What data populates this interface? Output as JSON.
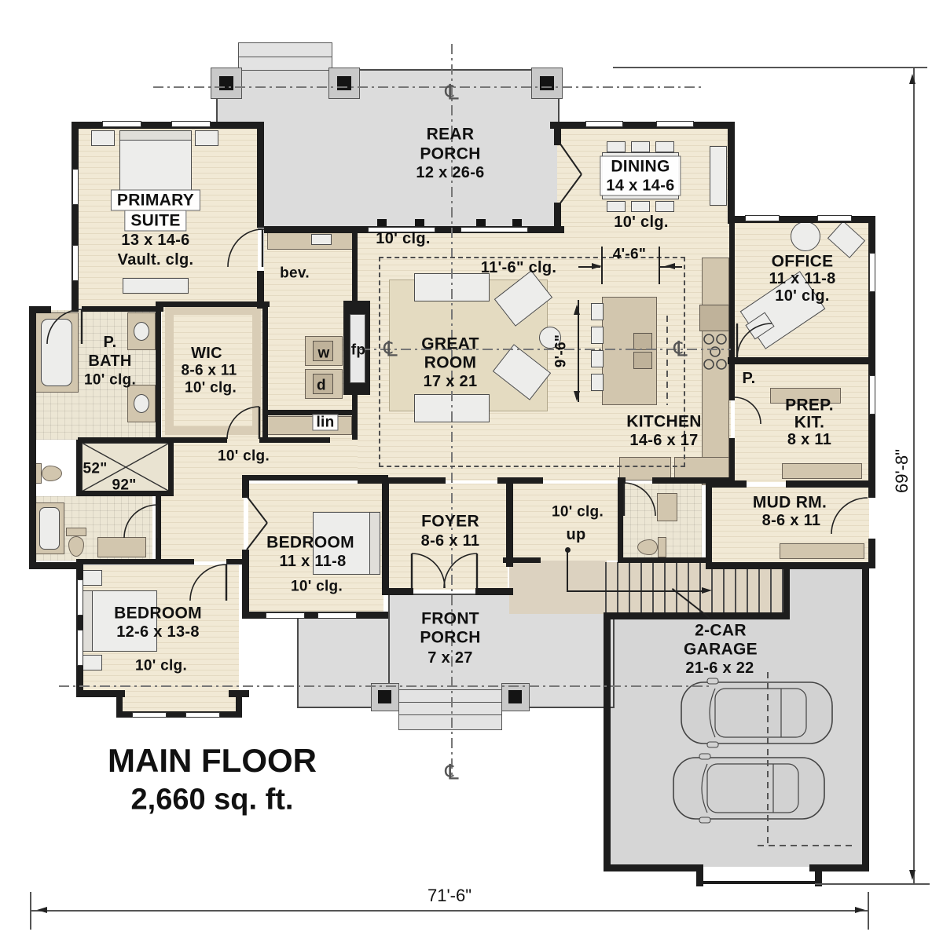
{
  "title": {
    "name": "MAIN FLOOR",
    "area": "2,660 sq. ft."
  },
  "dims": {
    "total_width": "71'-6\"",
    "total_height": "69'-8\"",
    "kitchen_span": "4'-6\"",
    "island_aisle": "9'-6\""
  },
  "symbols": {
    "centerline": "℄"
  },
  "rooms": {
    "rear_porch": {
      "name1": "REAR",
      "name2": "PORCH",
      "size": "12 x 26-6"
    },
    "dining": {
      "name": "DINING",
      "size": "14 x 14-6",
      "ceiling": "10' clg."
    },
    "primary": {
      "name1": "PRIMARY",
      "name2": "SUITE",
      "size": "13 x 14-6",
      "ceiling": "Vault. clg."
    },
    "office": {
      "name": "OFFICE",
      "size": "11 x 11-8",
      "ceiling": "10' clg."
    },
    "great": {
      "name1": "GREAT",
      "name2": "ROOM",
      "size": "17 x 21",
      "clg_flat": "10' clg.",
      "clg_tray": "11'-6\" clg."
    },
    "kitchen": {
      "name": "KITCHEN",
      "size": "14-6 x 17"
    },
    "prep": {
      "name1": "PREP.",
      "name2": "KIT.",
      "size": "8 x 11",
      "pantry": "P."
    },
    "pbath": {
      "name1": "P.",
      "name2": "BATH",
      "ceiling": "10' clg."
    },
    "wic": {
      "name": "WIC",
      "size": "8-6 x 11",
      "ceiling": "10' clg."
    },
    "hall": {
      "ceiling": "10' clg."
    },
    "stairhall": {
      "ceiling": "10' clg.",
      "up": "up"
    },
    "foyer": {
      "name": "FOYER",
      "size": "8-6 x 11"
    },
    "bed2": {
      "name": "BEDROOM",
      "size": "11 x 11-8",
      "ceiling": "10' clg."
    },
    "bed1": {
      "name": "BEDROOM",
      "size": "12-6 x 13-8",
      "ceiling": "10' clg."
    },
    "mud": {
      "name": "MUD RM.",
      "size": "8-6 x 11"
    },
    "front_porch": {
      "name1": "FRONT",
      "name2": "PORCH",
      "size": "7 x 27"
    },
    "garage": {
      "name1": "2-CAR",
      "name2": "GARAGE",
      "size": "21-6 x 22"
    }
  },
  "features": {
    "shower_w": "52\"",
    "shower_l": "92\"",
    "beverage": "bev.",
    "washer": "w",
    "dryer": "d",
    "linen": "lin",
    "fireplace": "fp"
  },
  "colors": {
    "wall": "#1d1d1d",
    "wood_floor": "#f1e9d5",
    "tile_floor": "#ece6d4",
    "porch": "#dcdcdc",
    "garage": "#d6d6d6",
    "cabinet": "#d2c6ae"
  }
}
